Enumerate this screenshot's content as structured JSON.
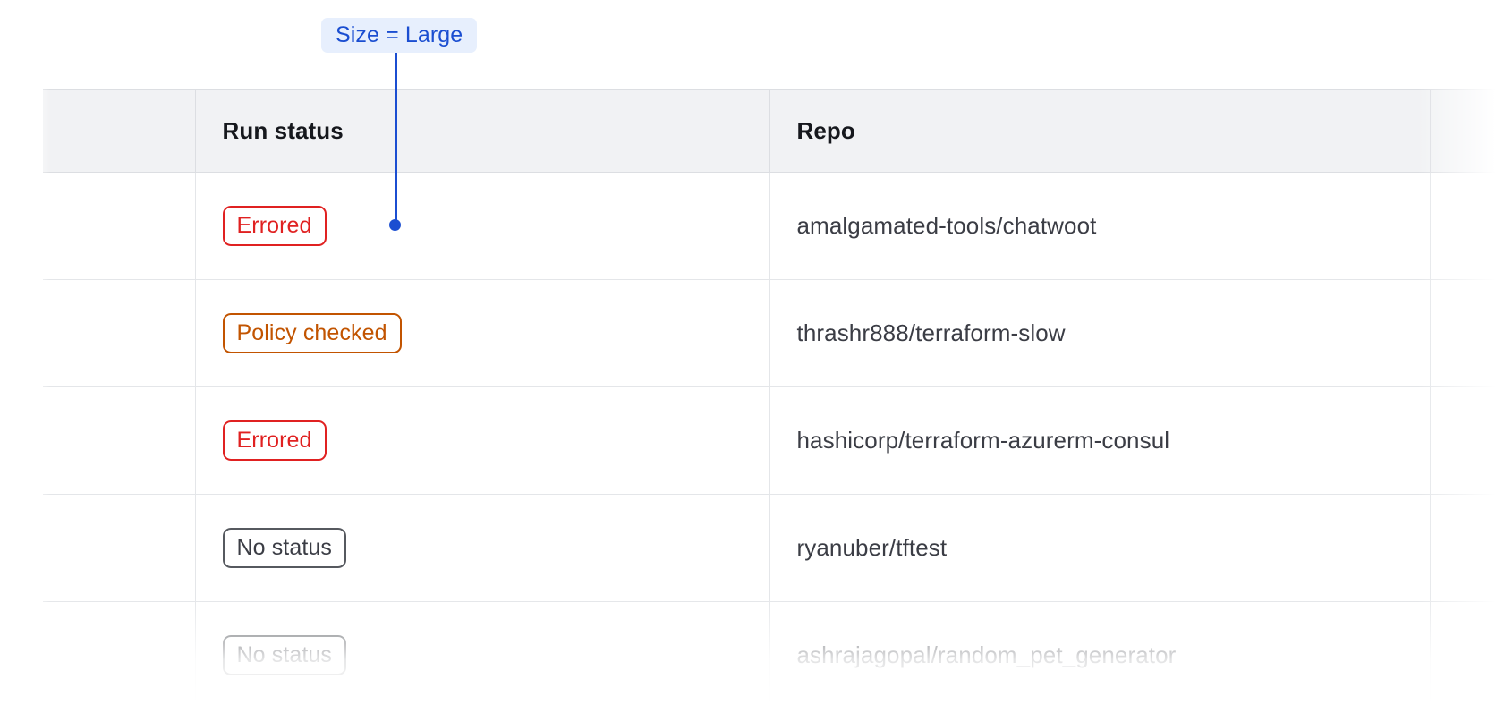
{
  "annotation": {
    "label": "Size = Large",
    "accent_color": "#1b4ed1",
    "background_color": "#e7effd",
    "pointer": {
      "icon": "pointer-line-dot"
    }
  },
  "table": {
    "columns": [
      {
        "key": "select",
        "label": ""
      },
      {
        "key": "run_status",
        "label": "Run status"
      },
      {
        "key": "repo",
        "label": "Repo"
      },
      {
        "key": "extra",
        "label": ""
      }
    ],
    "status_colors": {
      "errored": "#e02121",
      "policy_checked": "#c25400",
      "no_status": "#3b3d45"
    },
    "rows": [
      {
        "run_status": "Errored",
        "status_kind": "errored",
        "repo": "amalgamated-tools/chatwoot"
      },
      {
        "run_status": "Policy checked",
        "status_kind": "policy-checked",
        "repo": "thrashr888/terraform-slow"
      },
      {
        "run_status": "Errored",
        "status_kind": "errored",
        "repo": "hashicorp/terraform-azurerm-consul"
      },
      {
        "run_status": "No status",
        "status_kind": "no-status",
        "repo": "ryanuber/tftest"
      },
      {
        "run_status": "No status",
        "status_kind": "no-status",
        "repo": "ashrajagopal/random_pet_generator"
      }
    ]
  }
}
